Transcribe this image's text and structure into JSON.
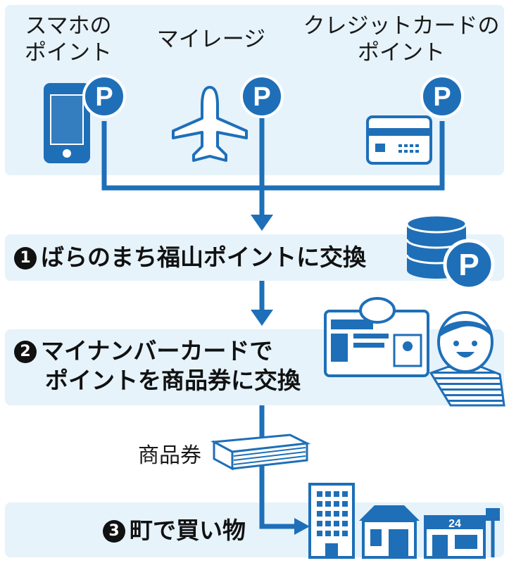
{
  "sources": [
    {
      "line1": "スマホの",
      "line2": "ポイント",
      "icon": "smartphone-icon"
    },
    {
      "line1": "マイレージ",
      "line2": "",
      "icon": "airplane-icon"
    },
    {
      "line1": "クレジットカードの",
      "line2": "ポイント",
      "icon": "credit-card-icon"
    }
  ],
  "point_badge": "P",
  "steps": [
    {
      "number": "1",
      "line1": "ばらのまち福山ポイントに交換",
      "line2": ""
    },
    {
      "number": "2",
      "line1": "マイナンバーカードで",
      "line2": "ポイントを商品券に交換"
    },
    {
      "number": "3",
      "line1": "町で買い物",
      "line2": ""
    }
  ],
  "voucher_label": "商品券",
  "store_sign": "24",
  "colors": {
    "accent": "#1e6fb8",
    "panel": "#e6f3fb",
    "text": "#111111"
  }
}
